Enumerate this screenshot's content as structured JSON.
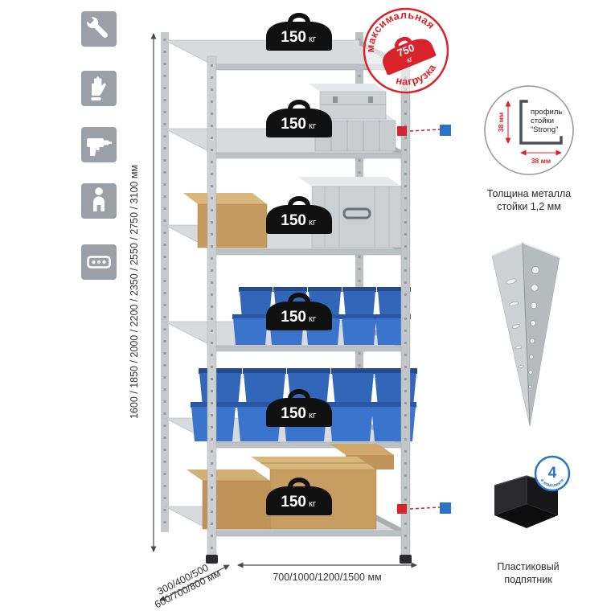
{
  "colors": {
    "accent_red": "#d8232a",
    "accent_blue": "#2a73c9",
    "bin_blue": "#3b74cd",
    "metal_gray": "#c9cdd0",
    "cardboard": "#c79c60"
  },
  "icons": [
    {
      "name": "wrench"
    },
    {
      "name": "glove"
    },
    {
      "name": "drill"
    },
    {
      "name": "person"
    },
    {
      "name": "perforated-profile"
    }
  ],
  "stamp": {
    "arc_top": "максимальная",
    "arc_bottom": "нагрузка",
    "weight_value": "750",
    "weight_unit": "кг"
  },
  "shelves": [
    {
      "value": "150",
      "unit": "кг"
    },
    {
      "value": "150",
      "unit": "кг"
    },
    {
      "value": "150",
      "unit": "кг"
    },
    {
      "value": "150",
      "unit": "кг"
    },
    {
      "value": "150",
      "unit": "кг"
    },
    {
      "value": "150",
      "unit": "кг"
    }
  ],
  "dims": {
    "height": "1600 / 1850 / 2000 / 2200 / 2350 / 2550 / 2750 / 3100 мм",
    "width": "700/1000/1200/1500 мм",
    "depth_line1": "300/400/500",
    "depth_line2": "600/700/800 мм"
  },
  "profile_callout": {
    "dim_vertical": "38 мм",
    "dim_horizontal": "38 мм",
    "line1": "профиль",
    "line2": "стойки",
    "line3": "“Strong”",
    "caption1": "Толщина металла",
    "caption2": "стойки 1,2 мм"
  },
  "foot_callout": {
    "badge_value": "4",
    "badge_arc": "в комплекте",
    "caption1": "Пластиковый",
    "caption2": "подпятник"
  }
}
